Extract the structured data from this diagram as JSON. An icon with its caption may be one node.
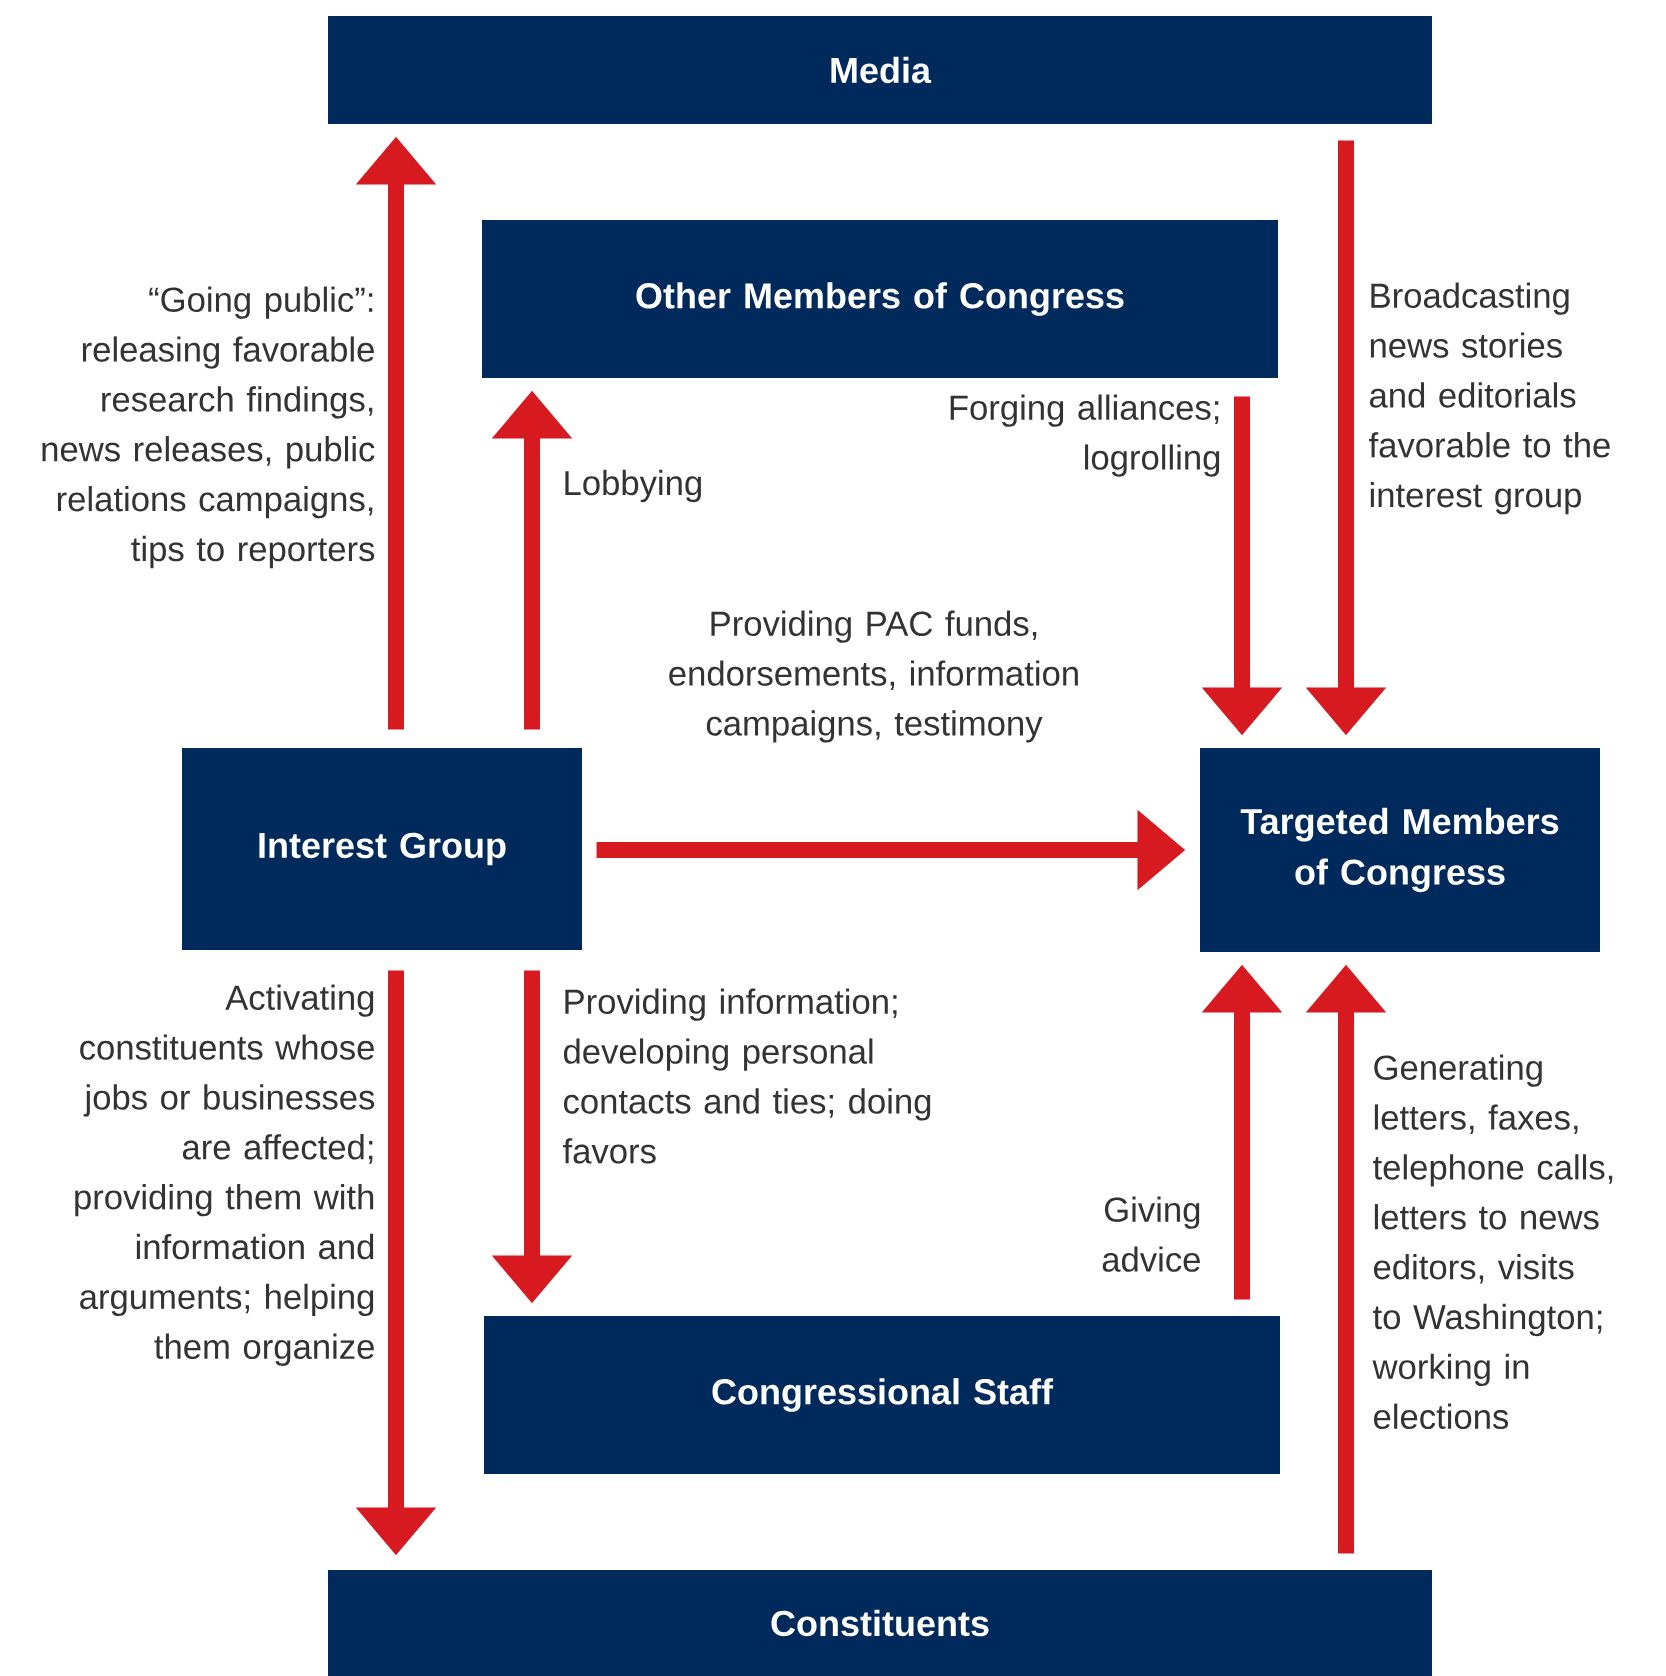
{
  "diagram": {
    "nodes": [
      {
        "text": [
          "Media"
        ]
      },
      {
        "text": [
          "Other Members of Congress"
        ]
      },
      {
        "text": [
          "Interest Group"
        ]
      },
      {
        "text": [
          "Targeted Members of Congress"
        ]
      },
      {
        "text": [
          "Congressional Staff"
        ]
      },
      {
        "text": [
          "Constituents"
        ]
      }
    ],
    "edges": [
      {
        "from": 2,
        "to": 0,
        "arrow": "to",
        "label": "“Going public”: releasing favorable research findings, news releases, public relations campaigns, tips to reporters"
      },
      {
        "from": 2,
        "to": 1,
        "arrow": "to",
        "label": "Lobbying"
      },
      {
        "from": 1,
        "to": 3,
        "arrow": "to",
        "label": "Forging alliances; logrolling"
      },
      {
        "from": 0,
        "to": 3,
        "arrow": "to",
        "label": "Broadcasting news stories and editorials favorable to the interest group"
      },
      {
        "from": 2,
        "to": 3,
        "arrow": "to",
        "label": "Providing PAC funds, endorsements, information campaigns, testimony"
      },
      {
        "from": 2,
        "to": 5,
        "arrow": "to",
        "label": "Activating constituents whose jobs or businesses are affected; providing them with information and arguments; helping them organize"
      },
      {
        "from": 2,
        "to": 4,
        "arrow": "to",
        "label": "Providing information; developing personal contacts and ties; doing favors"
      },
      {
        "from": 4,
        "to": 3,
        "arrow": "to",
        "label": "Giving advice"
      },
      {
        "from": 5,
        "to": 3,
        "arrow": "to",
        "label": "Generating letters, faxes, telephone calls, letters to news editors, visits to Washington; working in elections"
      }
    ]
  }
}
